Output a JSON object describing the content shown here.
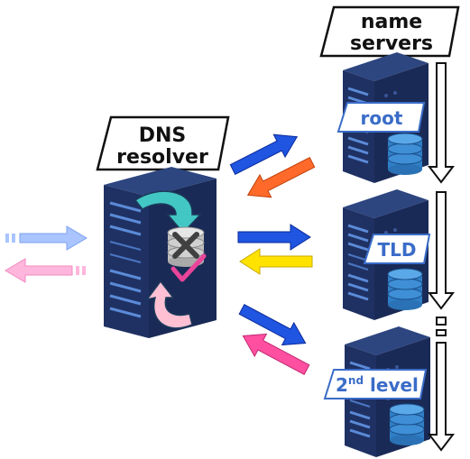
{
  "resolver": {
    "label_line1": "DNS",
    "label_line2": "resolver"
  },
  "name_servers": {
    "label_line1": "name",
    "label_line2": "servers",
    "root_label": "root",
    "tld_label": "TLD",
    "second_level_sup": "2",
    "second_level_suffix": "nd",
    "second_level_rest": " level"
  },
  "colors": {
    "server_dark": "#1b2a55",
    "server_mid": "#24376b",
    "server_light": "#344c8a",
    "stripe": "#5b8bd8",
    "arrow_blue": "#1f55e0",
    "arrow_orange": "#ff6a2a",
    "arrow_yellow": "#ffe300",
    "arrow_pink": "#ff4fa0",
    "client_in": "#a9c4ff",
    "client_out": "#ffb6dc",
    "cache_teal": "#43c7c4",
    "cache_pink": "#ffc0d4",
    "disk_blue": "#3f8fd6"
  }
}
